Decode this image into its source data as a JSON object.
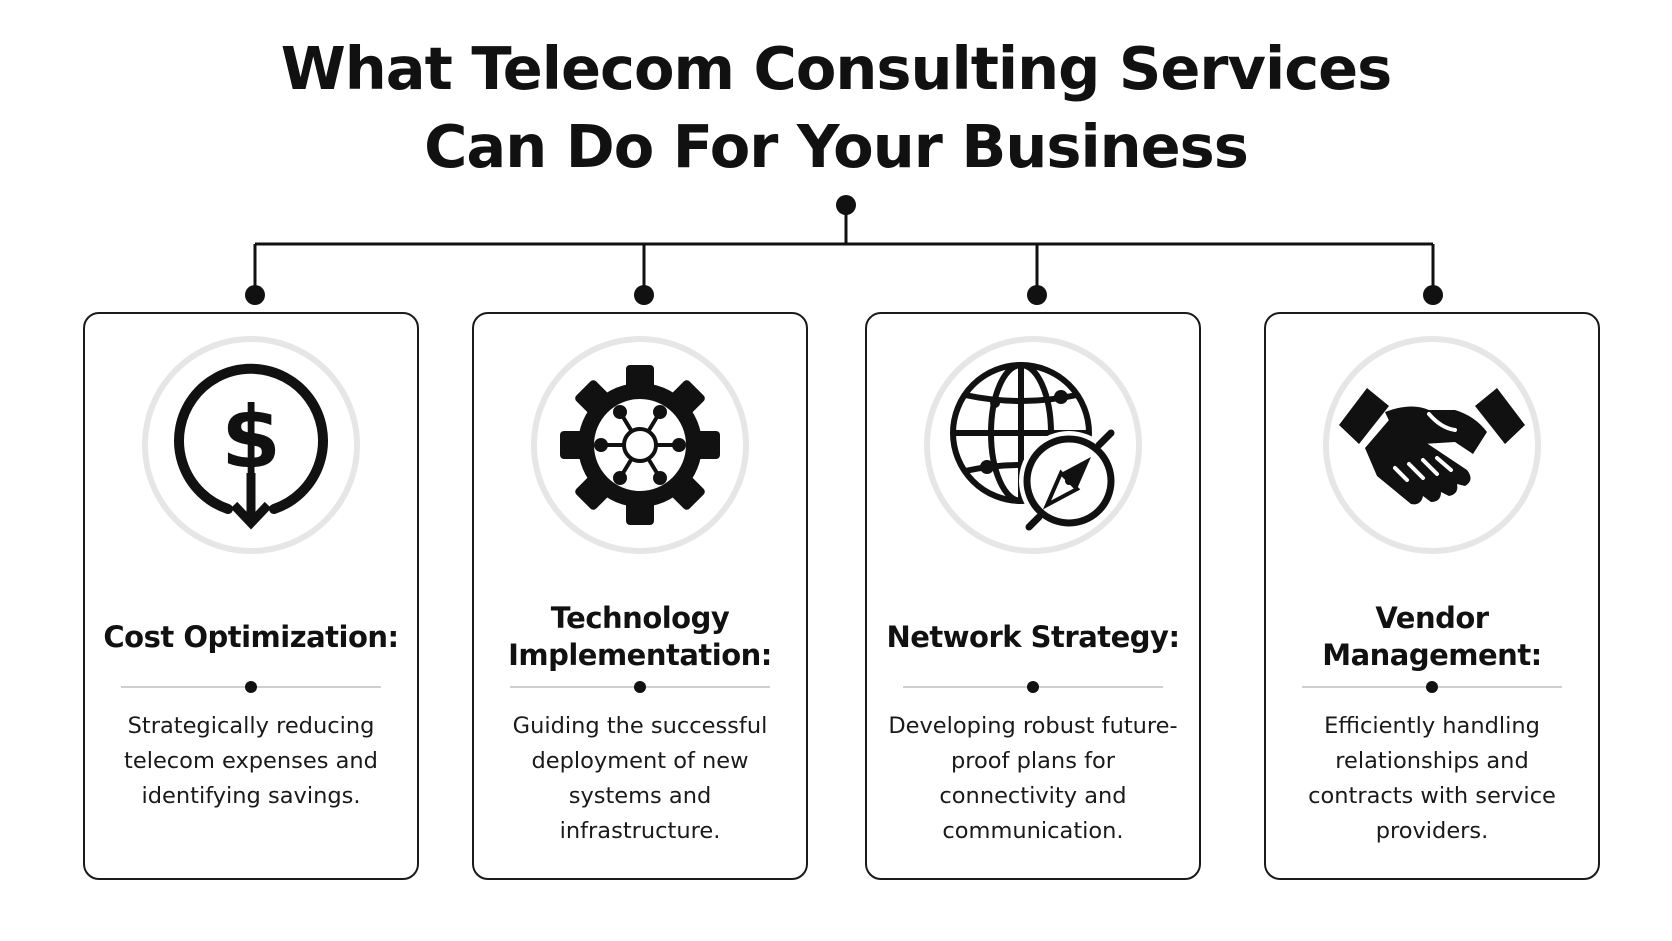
{
  "title": {
    "line1": "What Telecom Consulting Services",
    "line2": "Can Do For Your Business"
  },
  "colors": {
    "ink": "#111111",
    "icon_ring": "#e6e6e6",
    "divider": "#cfcfcf",
    "background": "#ffffff"
  },
  "cards": [
    {
      "icon": "dollar-savings-icon",
      "title": "Cost Optimization:",
      "description": "Strategically reducing telecom expenses and identifying savings."
    },
    {
      "icon": "gear-network-icon",
      "title": "Technology Implementation:",
      "description": "Guiding the successful deployment of new systems and infrastructure."
    },
    {
      "icon": "globe-compass-icon",
      "title": "Network Strategy:",
      "description": "Developing robust future-proof plans for connectivity and communication."
    },
    {
      "icon": "handshake-icon",
      "title": "Vendor Management:",
      "description": "Efficiently handling relationships and contracts with service providers."
    }
  ]
}
